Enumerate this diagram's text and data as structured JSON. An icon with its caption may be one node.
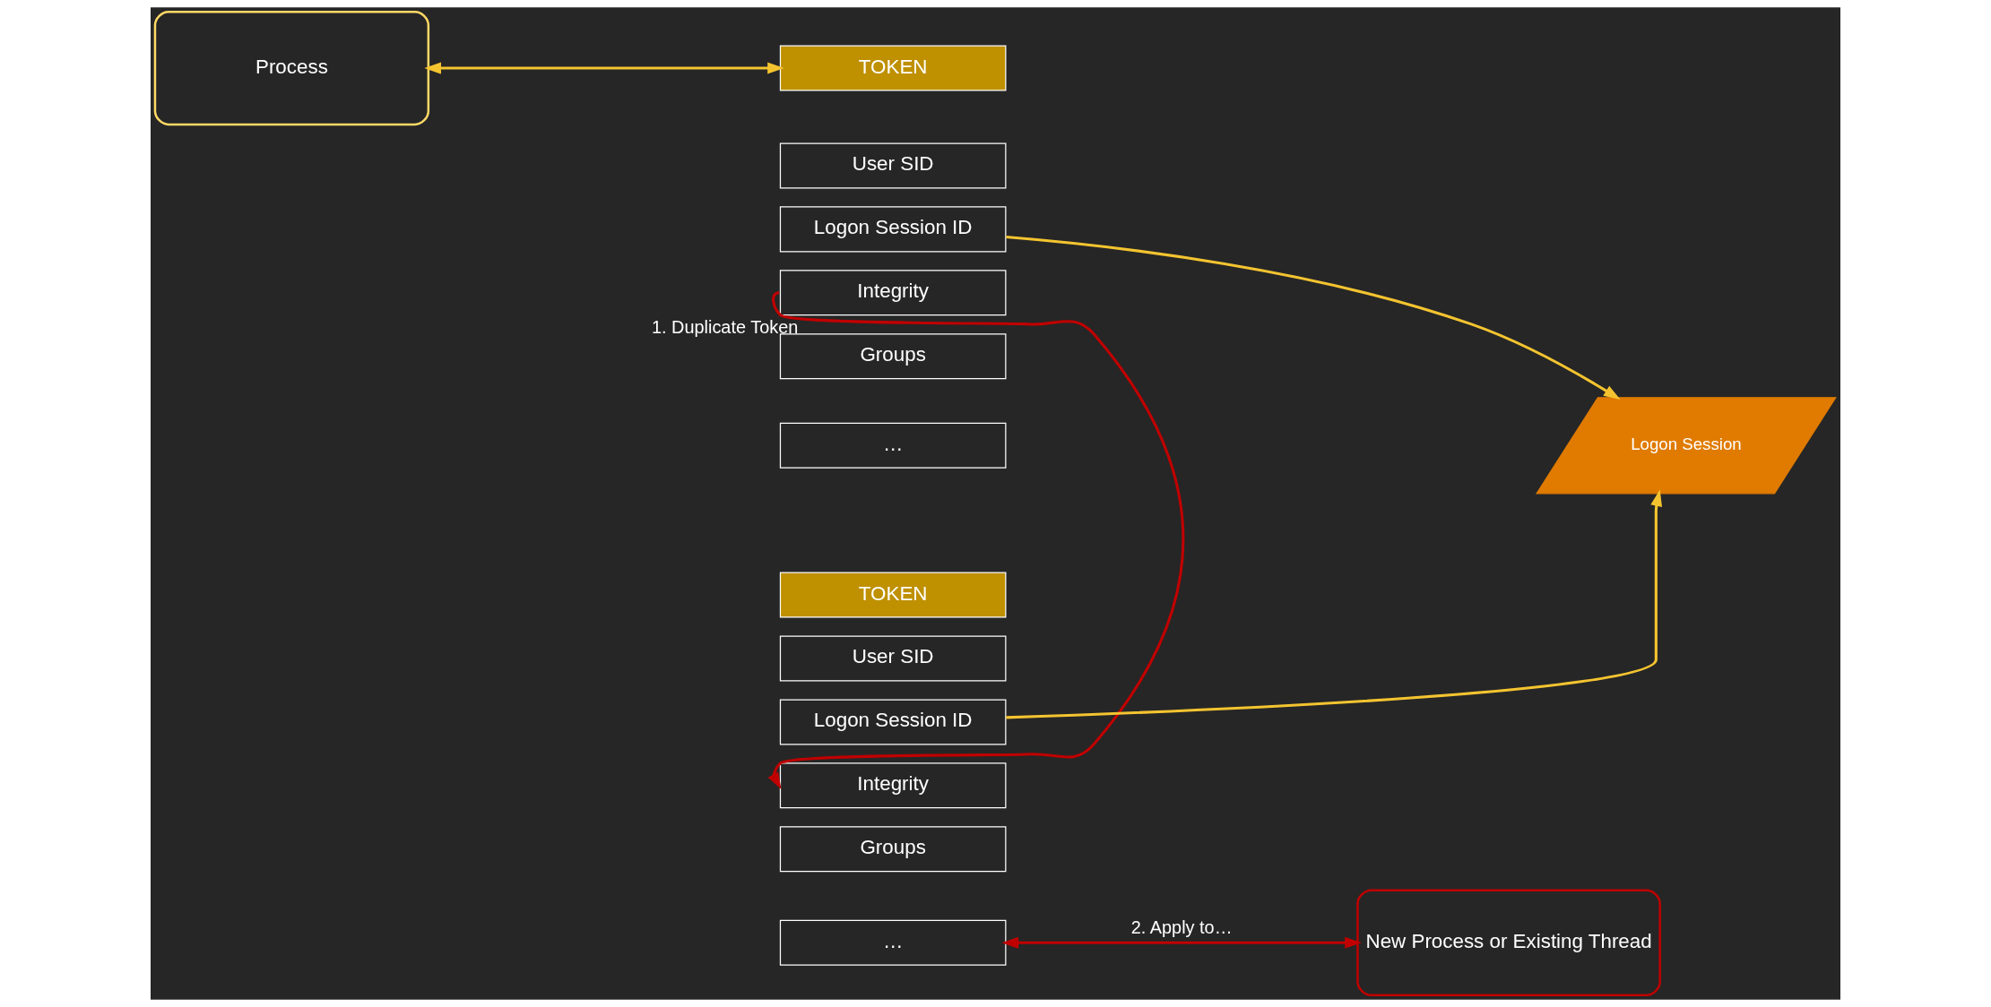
{
  "diagram": {
    "nodes": [
      {
        "text": [
          "Process"
        ]
      },
      {
        "text": [
          "TOKEN"
        ]
      },
      {
        "text": [
          "User SID"
        ]
      },
      {
        "text": [
          "Logon Session ID"
        ]
      },
      {
        "text": [
          "Integrity"
        ]
      },
      {
        "text": [
          "Groups"
        ]
      },
      {
        "text": [
          "…"
        ]
      },
      {
        "text": [
          "Logon Session"
        ]
      },
      {
        "text": [
          "TOKEN"
        ]
      },
      {
        "text": [
          "User SID"
        ]
      },
      {
        "text": [
          "Logon Session ID"
        ]
      },
      {
        "text": [
          "Integrity"
        ]
      },
      {
        "text": [
          "Groups"
        ]
      },
      {
        "text": [
          "…"
        ]
      },
      {
        "text": [
          "New Process or Existing Thread"
        ]
      }
    ],
    "edges": [
      {
        "from": 0,
        "to": 1,
        "arrow": "both"
      },
      {
        "from": 3,
        "to": 7,
        "arrow": "to"
      },
      {
        "from": 10,
        "to": 7,
        "arrow": "to"
      },
      {
        "from": 4,
        "to": 11,
        "arrow": "to",
        "label": "1. Duplicate Token",
        "color": "#c00000"
      },
      {
        "from": 13,
        "to": 14,
        "arrow": "both",
        "label": "2. Apply to…",
        "color": "#c00000"
      }
    ]
  }
}
